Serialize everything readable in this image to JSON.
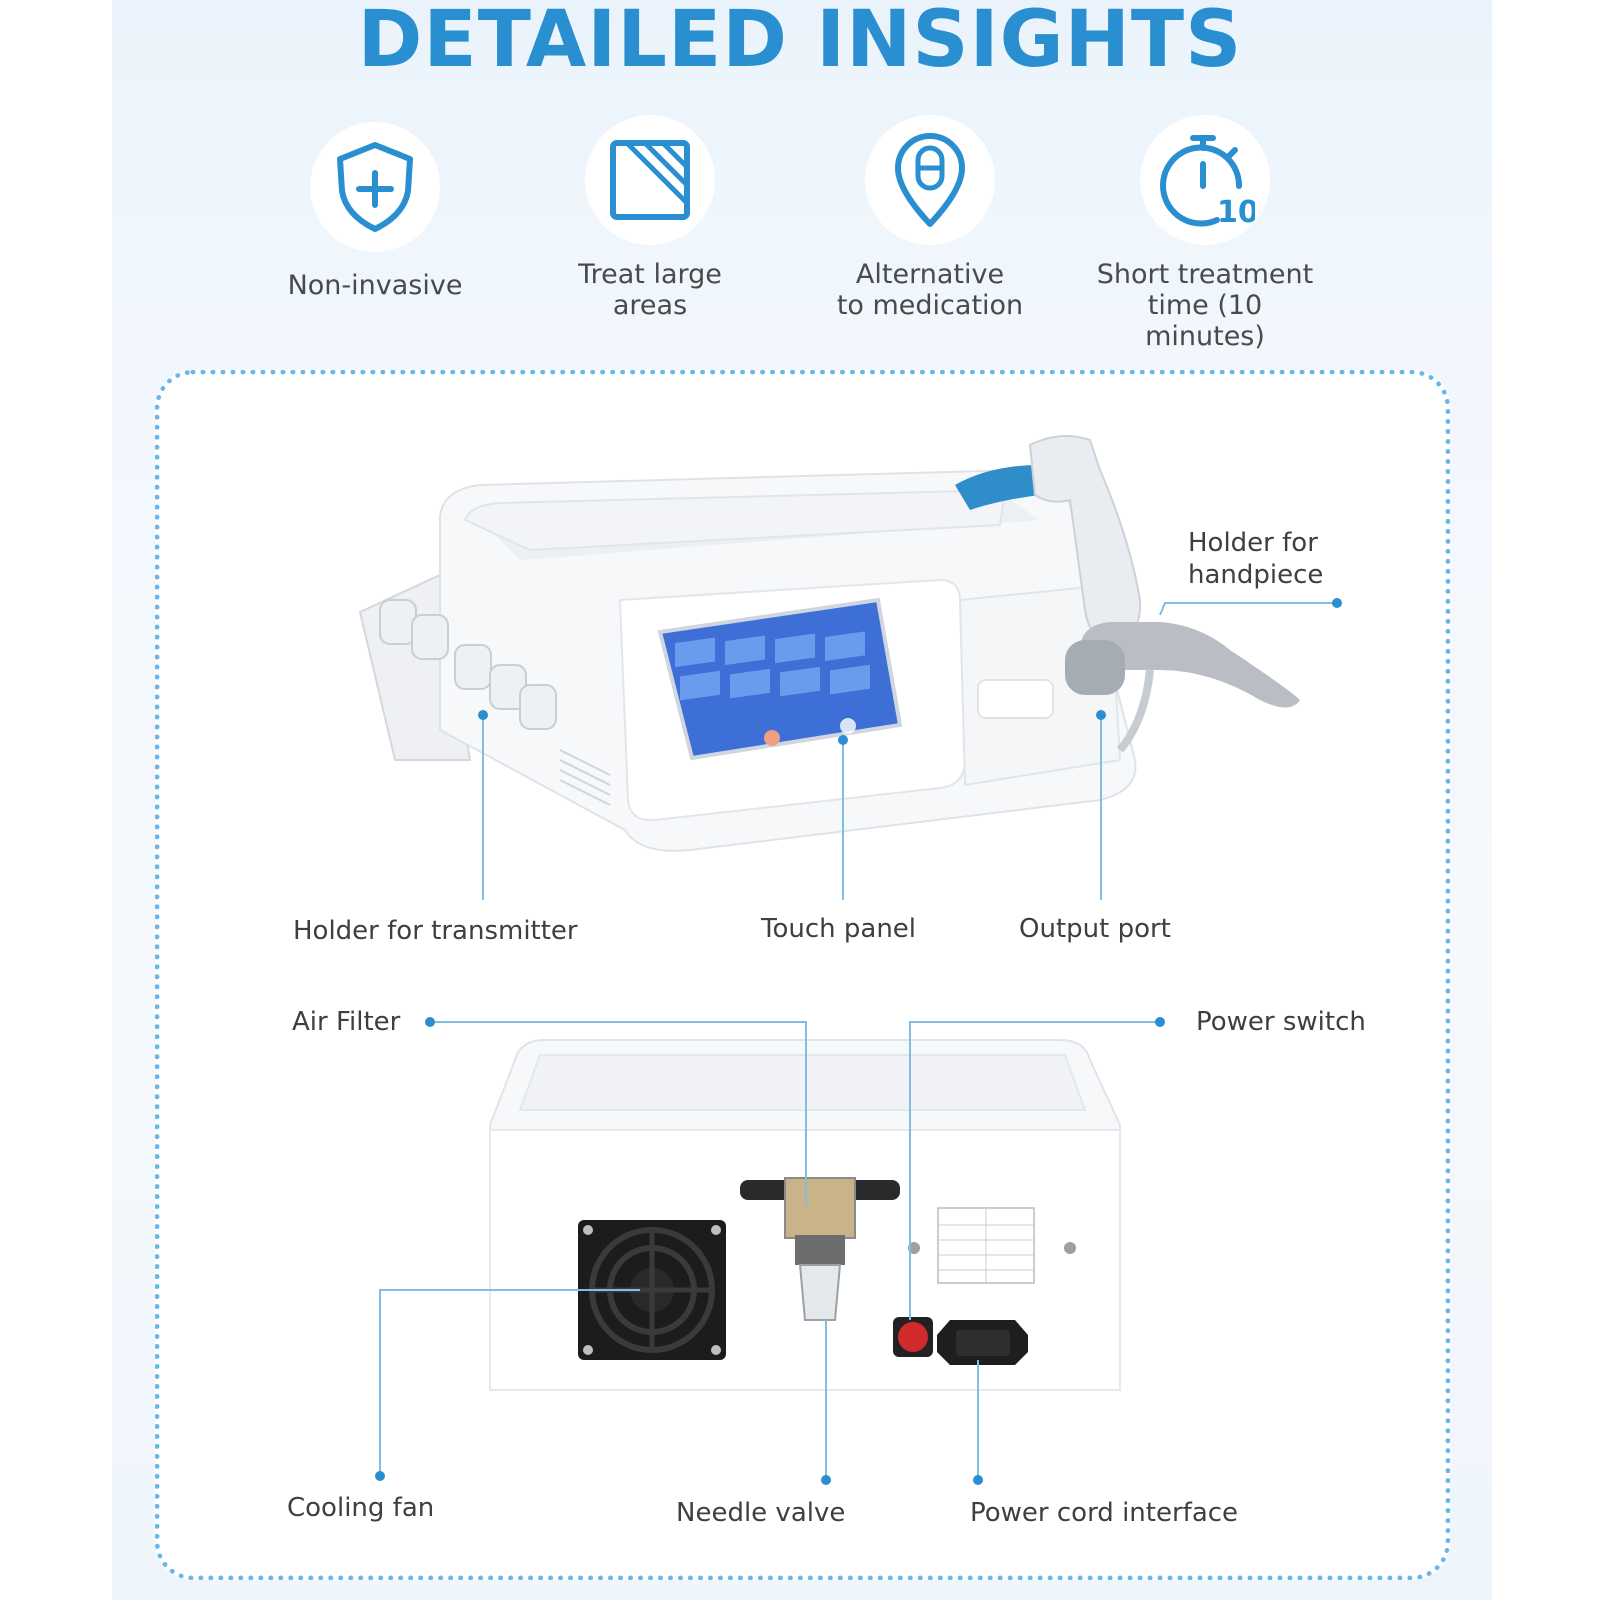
{
  "header": {
    "title": "DETAILED INSIGHTS"
  },
  "features": [
    {
      "icon": "shield-plus-icon",
      "label_line1": "Non-invasive",
      "label_line2": ""
    },
    {
      "icon": "large-area-square-icon",
      "label_line1": "Treat large",
      "label_line2": "areas"
    },
    {
      "icon": "capsule-pin-icon",
      "label_line1": "Alternative",
      "label_line2": "to medication"
    },
    {
      "icon": "stopwatch-10-icon",
      "label_line1": "Short treatment",
      "label_line2": "time (10 minutes)",
      "icon_text": "10"
    }
  ],
  "front_view": {
    "labels": {
      "holder_handpiece_line1": "Holder for",
      "holder_handpiece_line2": "handpiece",
      "holder_transmitter": "Holder for transmitter",
      "touch_panel": "Touch panel",
      "output_port": "Output port"
    }
  },
  "rear_view": {
    "labels": {
      "air_filter": "Air Filter",
      "power_switch": "Power switch",
      "cooling_fan": "Cooling fan",
      "needle_valve": "Needle valve",
      "power_cord_interface": "Power cord interface"
    }
  },
  "colors": {
    "accent": "#2a8fd0",
    "dotted_border": "#6ab7e6",
    "leader_line": "#7fbfe3",
    "device_white": "#f7f8fa",
    "screen_blue": "#3d6fd6"
  }
}
